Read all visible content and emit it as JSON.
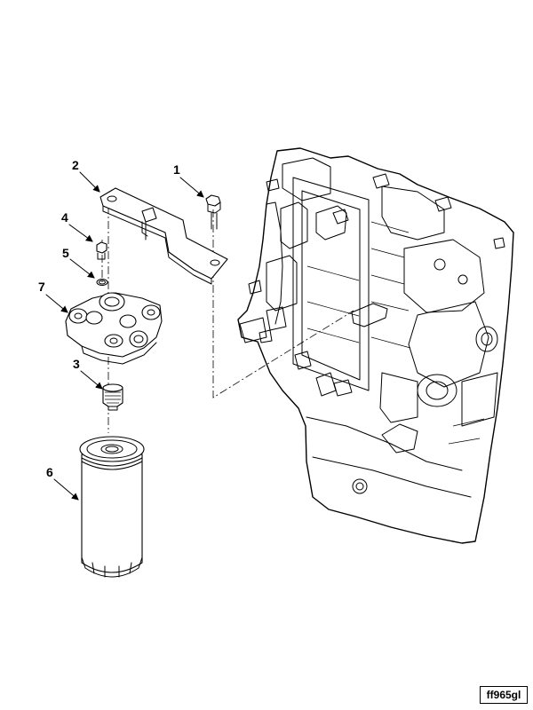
{
  "callouts": [
    {
      "id": "callout-1",
      "label": "1",
      "part": "bolt"
    },
    {
      "id": "callout-2",
      "label": "2",
      "part": "mounting-bracket"
    },
    {
      "id": "callout-3",
      "label": "3",
      "part": "threaded-adapter"
    },
    {
      "id": "callout-4",
      "label": "4",
      "part": "plug"
    },
    {
      "id": "callout-5",
      "label": "5",
      "part": "o-ring"
    },
    {
      "id": "callout-6",
      "label": "6",
      "part": "fuel-filter"
    },
    {
      "id": "callout-7",
      "label": "7",
      "part": "filter-head"
    }
  ],
  "figure_ref": "ff965gl"
}
